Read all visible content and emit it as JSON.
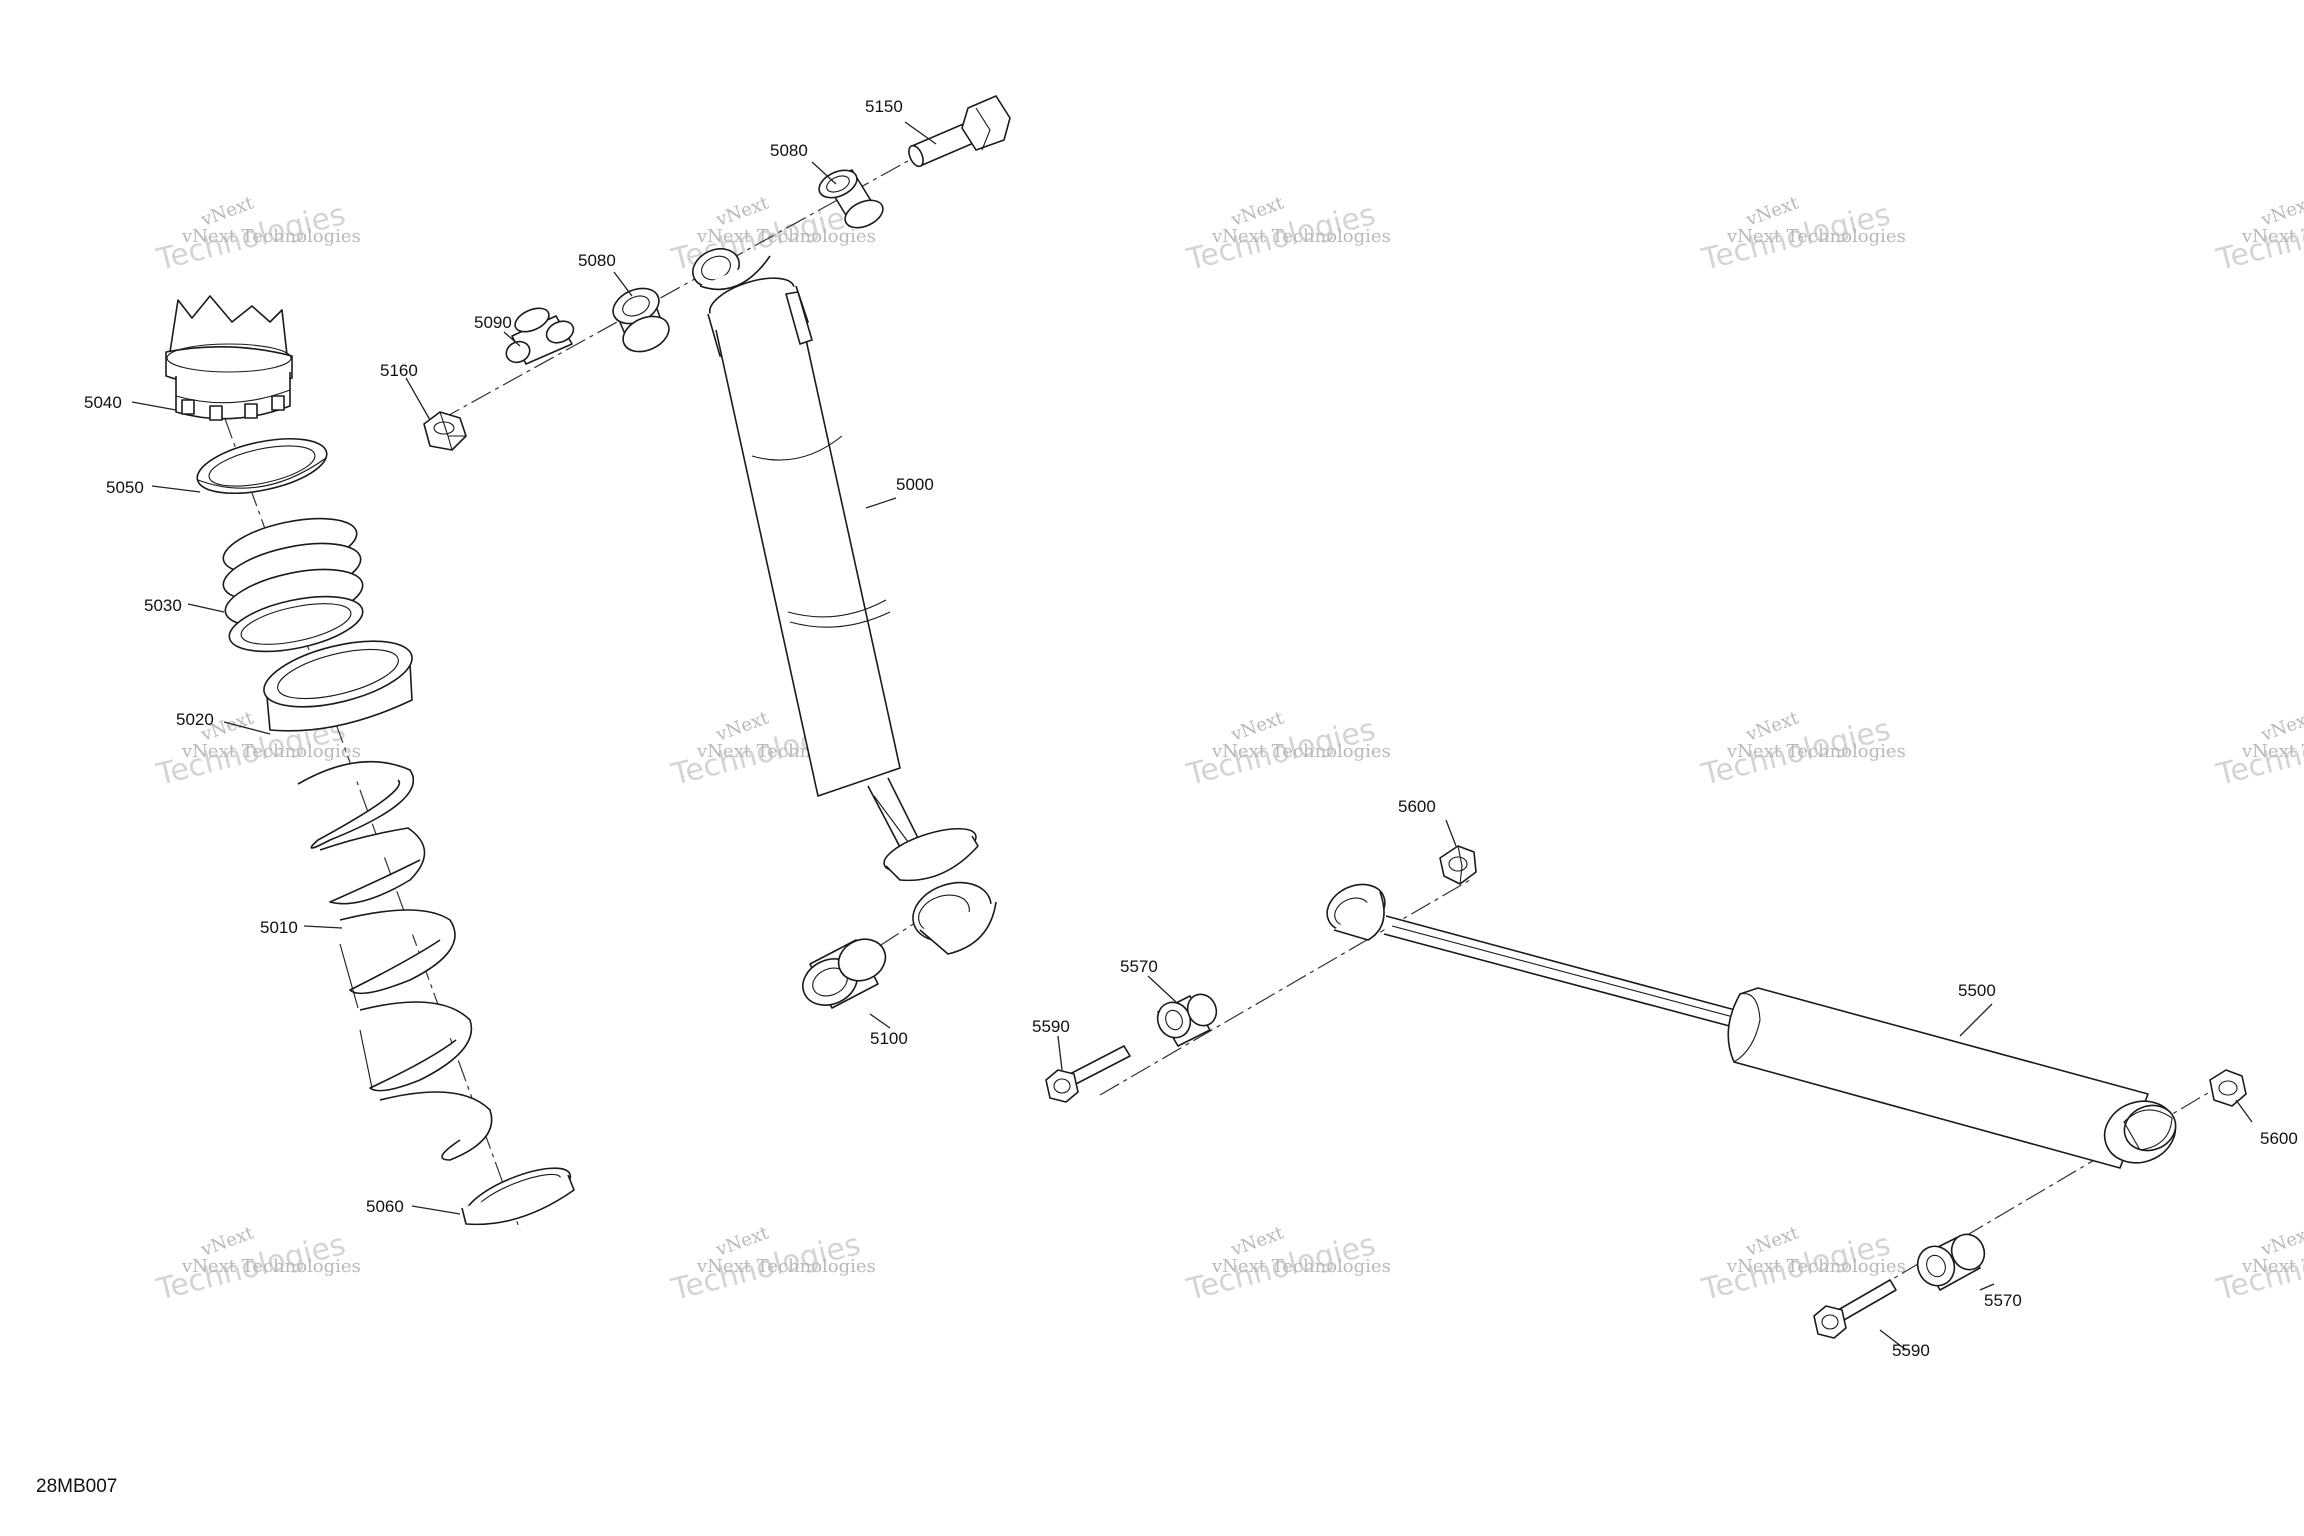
{
  "watermark": {
    "line1": "vNext Technologies",
    "line2": "Technologies",
    "accent": "vNext",
    "color": "#c8c8c8"
  },
  "figure_code": "28MB007",
  "labels": {
    "p5150": "5150",
    "p5080a": "5080",
    "p5080b": "5080",
    "p5090": "5090",
    "p5160": "5160",
    "p5040": "5040",
    "p5050": "5050",
    "p5030": "5030",
    "p5020": "5020",
    "p5010": "5010",
    "p5060": "5060",
    "p5000": "5000",
    "p5100": "5100",
    "p5600a": "5600",
    "p5570a": "5570",
    "p5590a": "5590",
    "p5500": "5500",
    "p5600b": "5600",
    "p5570b": "5570",
    "p5590b": "5590"
  },
  "colors": {
    "line": "#1a1a1a",
    "background": "#ffffff"
  }
}
